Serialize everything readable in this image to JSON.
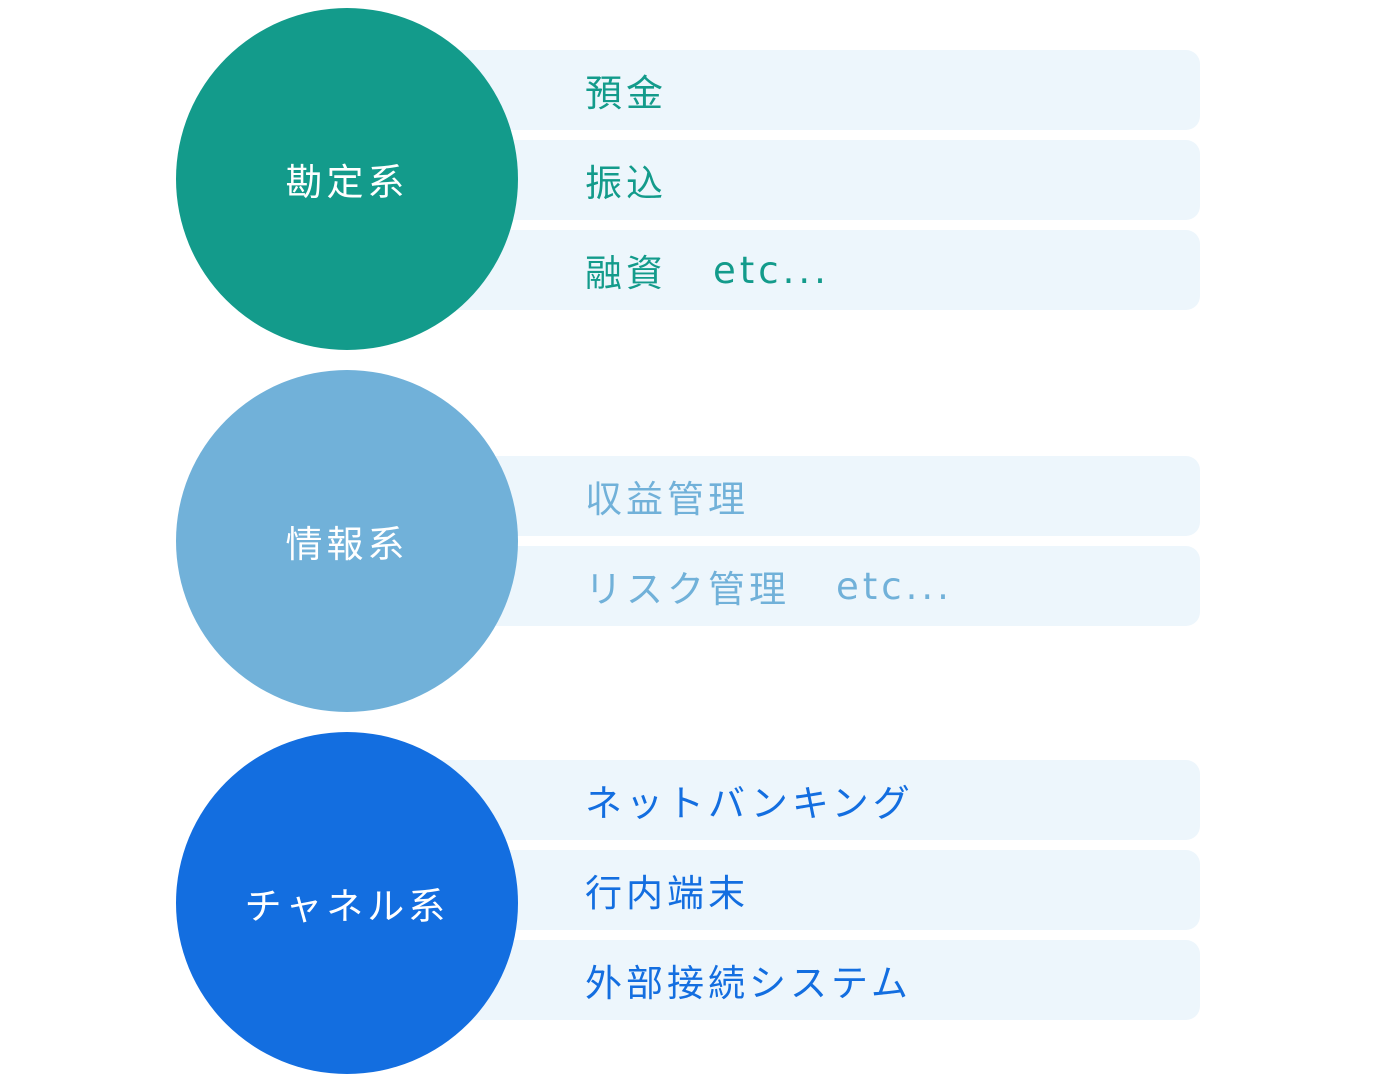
{
  "groups": [
    {
      "label": "勘定系",
      "color": "#139b8b",
      "text_color": "#139b8b",
      "items": [
        {
          "text": "預金",
          "suffix": ""
        },
        {
          "text": "振込",
          "suffix": ""
        },
        {
          "text": "融資",
          "suffix": "etc..."
        }
      ]
    },
    {
      "label": "情報系",
      "color": "#71b1d9",
      "text_color": "#71b1d9",
      "items": [
        {
          "text": "収益管理",
          "suffix": ""
        },
        {
          "text": "リスク管理",
          "suffix": "etc..."
        }
      ]
    },
    {
      "label": "チャネル系",
      "color": "#136ee0",
      "text_color": "#136ee0",
      "items": [
        {
          "text": "ネットバンキング",
          "suffix": ""
        },
        {
          "text": "行内端末",
          "suffix": ""
        },
        {
          "text": "外部接続システム",
          "suffix": ""
        }
      ]
    }
  ]
}
